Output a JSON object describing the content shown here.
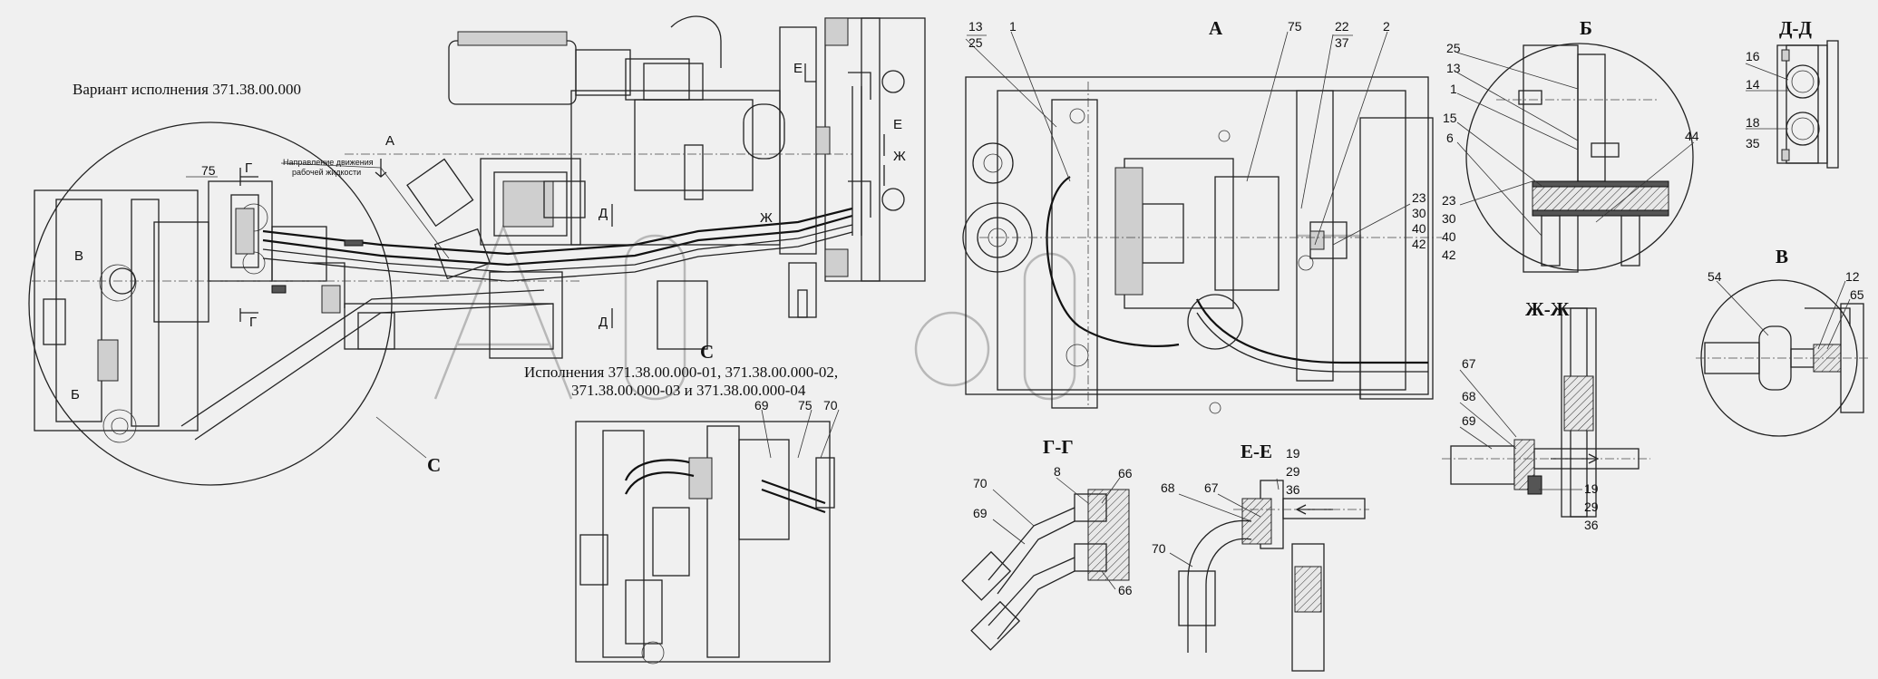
{
  "captions": {
    "variant": "Вариант исполнения 371.38.00.000",
    "exec_line1": "Исполнения 371.38.00.000-01, 371.38.00.000-02,",
    "exec_line2": "371.38.00.000-03 и 371.38.00.000-04",
    "flow_line1": "Направление движения",
    "flow_line2": "рабочей жидкости"
  },
  "section_titles": {
    "A": "А",
    "B": "Б",
    "DD": "Д-Д",
    "V": "В",
    "ZhZh": "Ж-Ж",
    "GG": "Г-Г",
    "EE": "Е-Е",
    "C_circle": "С",
    "C_detail": "С"
  },
  "view_marks": {
    "A": "А",
    "G1": "Г",
    "G2": "Г",
    "B": "В",
    "Bb": "Б",
    "E1": "Е",
    "E2": "Е",
    "Zh1": "Ж",
    "Zh2": "Ж",
    "D1": "Д",
    "D2": "Д"
  },
  "callouts": {
    "main_75": "75",
    "A": {
      "c13": "13",
      "c25": "25",
      "c1": "1",
      "c75": "75",
      "c22": "22",
      "c37": "37",
      "c2": "2",
      "c23": "23",
      "c30": "30",
      "c40": "40",
      "c42": "42"
    },
    "B": {
      "c25": "25",
      "c13": "13",
      "c1": "1",
      "c15": "15",
      "c6": "6",
      "c44": "44",
      "c23": "23",
      "c30": "30",
      "c40": "40",
      "c42": "42"
    },
    "DD": {
      "c16": "16",
      "c14": "14",
      "c18": "18",
      "c35": "35"
    },
    "V": {
      "c54": "54",
      "c12": "12",
      "c65": "65"
    },
    "ZhZh": {
      "c67": "67",
      "c68": "68",
      "c69": "69",
      "c19": "19",
      "c29": "29",
      "c36": "36"
    },
    "C": {
      "c69": "69",
      "c75": "75",
      "c70": "70"
    },
    "GG": {
      "c8": "8",
      "c66a": "66",
      "c70": "70",
      "c69": "69",
      "c66b": "66"
    },
    "EE": {
      "c19": "19",
      "c29": "29",
      "c36": "36",
      "c68": "68",
      "c67": "67",
      "c70": "70"
    }
  }
}
